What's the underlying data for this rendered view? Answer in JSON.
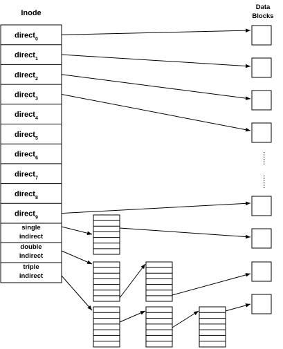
{
  "inode": {
    "title": "Inode",
    "direct_base": "direct",
    "direct_subscripts": [
      "0",
      "1",
      "2",
      "3",
      "4",
      "5",
      "6",
      "7",
      "8",
      "9"
    ],
    "indirect_entries": [
      {
        "line1": "single",
        "line2": "indirect"
      },
      {
        "line1": "double",
        "line2": "indirect"
      },
      {
        "line1": "triple",
        "line2": "indirect"
      }
    ]
  },
  "data_blocks": {
    "title_line1": "Data",
    "title_line2": "Blocks",
    "ellipsis": "......"
  }
}
